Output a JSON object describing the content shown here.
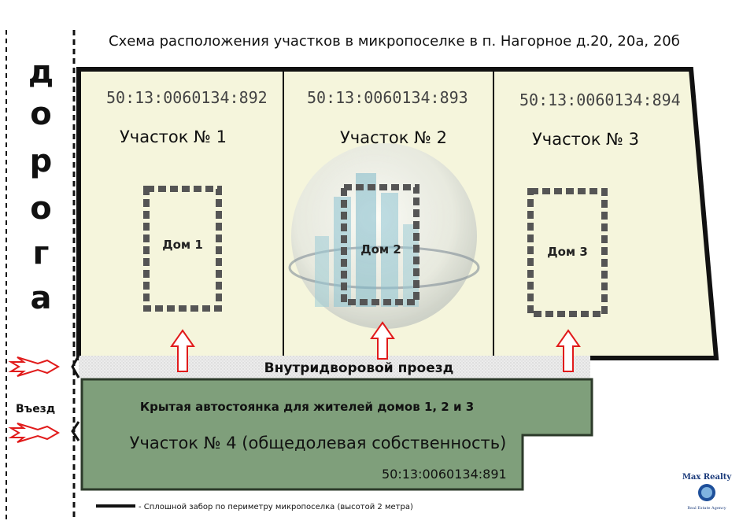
{
  "title": "Схема расположения участков в микропоселке в п. Нагорное д.20, 20а, 20б",
  "road": {
    "letters": [
      "д",
      "о",
      "р",
      "о",
      "г",
      "а"
    ]
  },
  "entrance_label": "Въезд",
  "plots": [
    {
      "cadastral": "50:13:0060134:892",
      "label": "Участок № 1",
      "house": "Дом 1"
    },
    {
      "cadastral": "50:13:0060134:893",
      "label": "Участок № 2",
      "house": "Дом 2"
    },
    {
      "cadastral": "50:13:0060134:894",
      "label": "Участок № 3",
      "house": "Дом 3"
    }
  ],
  "driveway_label": "Внутридворовой проезд",
  "parking_label": "Крытая автостоянка для жителей домов 1, 2 и 3",
  "plot4": {
    "label": "Участок № 4 (общедолевая собственность)",
    "cadastral": "50:13:0060134:891"
  },
  "legend_text": "- Сплошной забор по периметру микропоселка (высотой 2 метра)",
  "brand": {
    "name": "Max Realty",
    "tagline": "Real Estate Agency"
  },
  "colors": {
    "plot_fill": "#f5f5dc",
    "parking_fill": "#7f9f7b",
    "driveway_fill": "#e6e6e6",
    "arrow_red": "#e11b1b",
    "fence": "#111111"
  }
}
